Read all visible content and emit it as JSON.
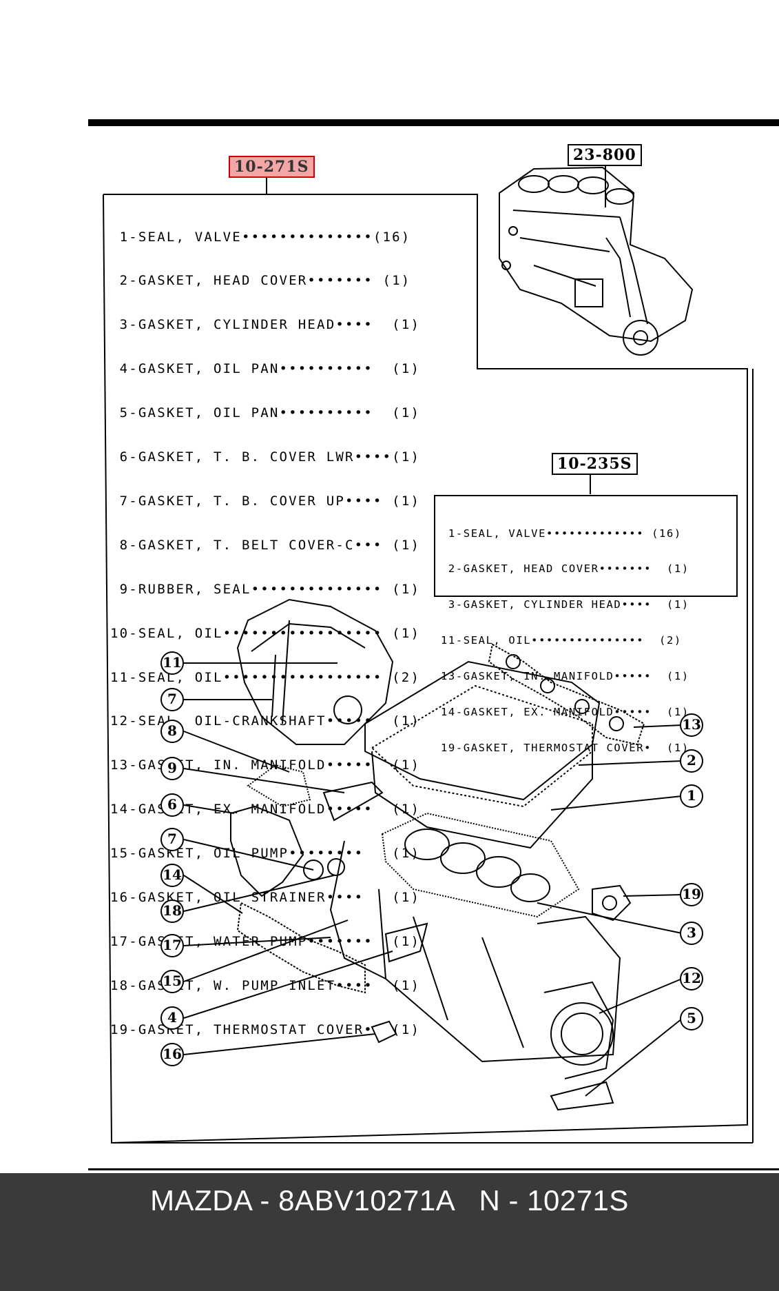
{
  "main_kit": {
    "code": "10-271S",
    "items": [
      {
        "line": " 1-SEAL, VALVE••••••••••••••(16)"
      },
      {
        "line": " 2-GASKET, HEAD COVER••••••• (1)"
      },
      {
        "line": " 3-GASKET, CYLINDER HEAD••••  (1)"
      },
      {
        "line": " 4-GASKET, OIL PAN••••••••••  (1)"
      },
      {
        "line": " 5-GASKET, OIL PAN••••••••••  (1)"
      },
      {
        "line": " 6-GASKET, T. B. COVER LWR••••(1)"
      },
      {
        "line": " 7-GASKET, T. B. COVER UP•••• (1)"
      },
      {
        "line": " 8-GASKET, T. BELT COVER-C••• (1)"
      },
      {
        "line": " 9-RUBBER, SEAL•••••••••••••• (1)"
      },
      {
        "line": "10-SEAL, OIL••••••••••••••••• (1)"
      },
      {
        "line": "11-SEAL, OIL••••••••••••••••• (2)"
      },
      {
        "line": "12-SEAL, OIL-CRANKSHAFT•••••  (1)"
      },
      {
        "line": "13-GASKET, IN. MANIFOLD•••••  (1)"
      },
      {
        "line": "14-GASKET, EX. MANIFOLD•••••  (1)"
      },
      {
        "line": "15-GASKET, OIL PUMP••••••••   (1)"
      },
      {
        "line": "16-GASKET, OIL STRAINER••••   (1)"
      },
      {
        "line": "17-GASKET, WATER PUMP•••••••  (1)"
      },
      {
        "line": "18-GASKET, W. PUMP INLET••••  (1)"
      },
      {
        "line": "19-GASKET, THERMOSTAT COVER•  (1)"
      }
    ]
  },
  "block_kit": {
    "code": "23-800"
  },
  "sub_kit": {
    "code": "10-235S",
    "items": [
      {
        "line": " 1-SEAL, VALVE••••••••••••• (16)"
      },
      {
        "line": " 2-GASKET, HEAD COVER•••••••  (1)"
      },
      {
        "line": " 3-GASKET, CYLINDER HEAD••••  (1)"
      },
      {
        "line": "11-SEAL, OIL•••••••••••••••  (2)"
      },
      {
        "line": "13-GASKET, IN. MANIFOLD•••••  (1)"
      },
      {
        "line": "14-GASKET, EX. MANIFOLD•••••  (1)"
      },
      {
        "line": "19-GASKET, THERMOSTAT COVER•  (1)"
      }
    ]
  },
  "callouts_left": [
    "11",
    "7",
    "8",
    "9",
    "6",
    "7",
    "14",
    "18",
    "17",
    "15",
    "4",
    "16"
  ],
  "callouts_right": [
    "13",
    "2",
    "1",
    "19",
    "3",
    "12",
    "5"
  ],
  "caption": {
    "text": "MAZDA - 8ABV10271A   N - 10271S"
  },
  "colors": {
    "highlight": "#f4a6a6",
    "caption_bg": "#3a3a3a"
  }
}
